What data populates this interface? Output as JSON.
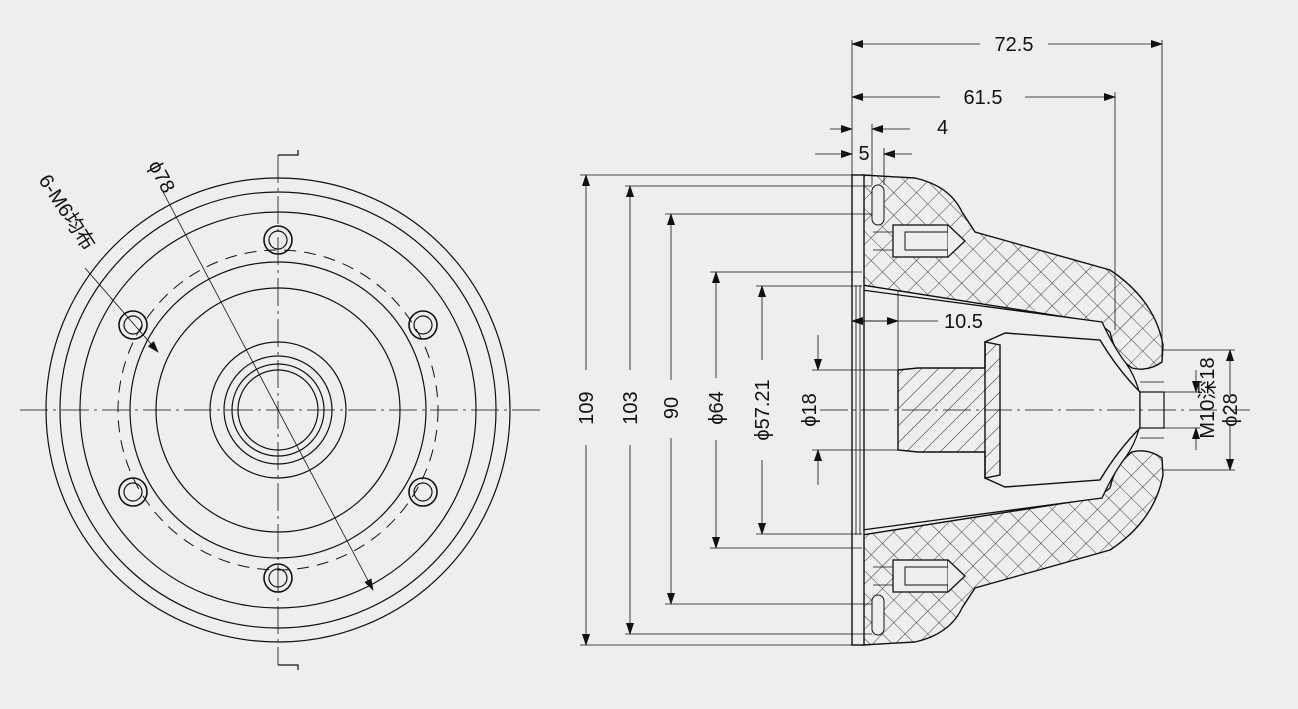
{
  "colors": {
    "background": "#eeeeee",
    "line": "#111111"
  },
  "front_view": {
    "pcd_label": "ϕ78",
    "holes_label": "6-M6均布"
  },
  "section_view": {
    "overall_length": "72.5",
    "length_2": "61.5",
    "flange_step": "4",
    "flange_thickness": "5",
    "dia_109": "109",
    "dia_103": "103",
    "dia_90": "90",
    "dia_64": "ϕ64",
    "dia_5721": "ϕ57.21",
    "dia_18": "ϕ18",
    "depth_105": "10.5",
    "thread_label": "M10深18",
    "dia_28": "ϕ28"
  }
}
